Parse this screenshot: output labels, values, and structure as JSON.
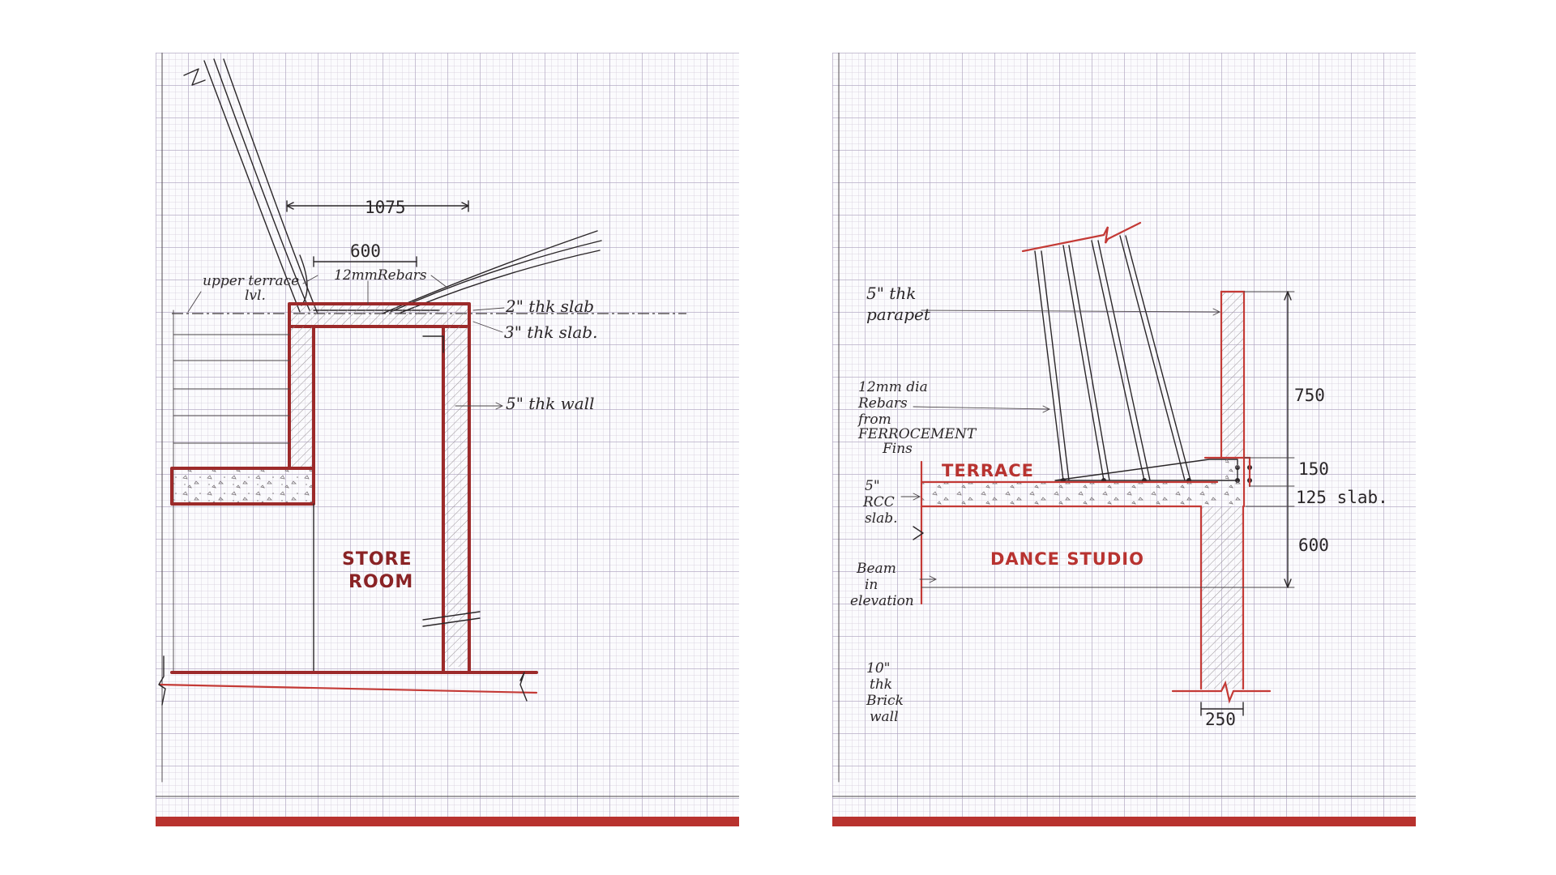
{
  "left_sketch": {
    "annotations": {
      "dim_1075": "1075",
      "dim_600": "600",
      "rebars": "12mmRebars",
      "upper_terrace_line1": "upper terrace",
      "upper_terrace_line2": "lvl.",
      "slab_2in": "2\" thk slab",
      "slab_3in": "3\" thk slab.",
      "wall_5in": "5\" thk wall"
    },
    "room_label_line1": "STORE",
    "room_label_line2": "ROOM"
  },
  "right_sketch": {
    "annotations": {
      "parapet_line1": "5\" thk",
      "parapet_line2": "parapet",
      "rebars_line1": "12mm dia",
      "rebars_line2": "Rebars",
      "rebars_line3": "from",
      "rebars_line4": "FERROCEMENT",
      "rebars_line5": "Fins",
      "rcc_line1": "5\"",
      "rcc_line2": "RCC",
      "rcc_line3": "slab.",
      "beam_line1": "Beam",
      "beam_line2": "in",
      "beam_line3": "elevation",
      "brick_line1": "10\"",
      "brick_line2": "thk",
      "brick_line3": "Brick",
      "brick_line4": "wall",
      "dim_750": "750",
      "dim_150": "150",
      "dim_125": "125 slab.",
      "dim_600": "600",
      "dim_250": "250"
    },
    "terrace_label": "TERRACE",
    "room_label": "DANCE STUDIO"
  },
  "colors": {
    "red_ink": "#9c2a2a",
    "bright_red": "#b83330",
    "pencil": "#2a2628",
    "grid": "#aaa0be"
  }
}
